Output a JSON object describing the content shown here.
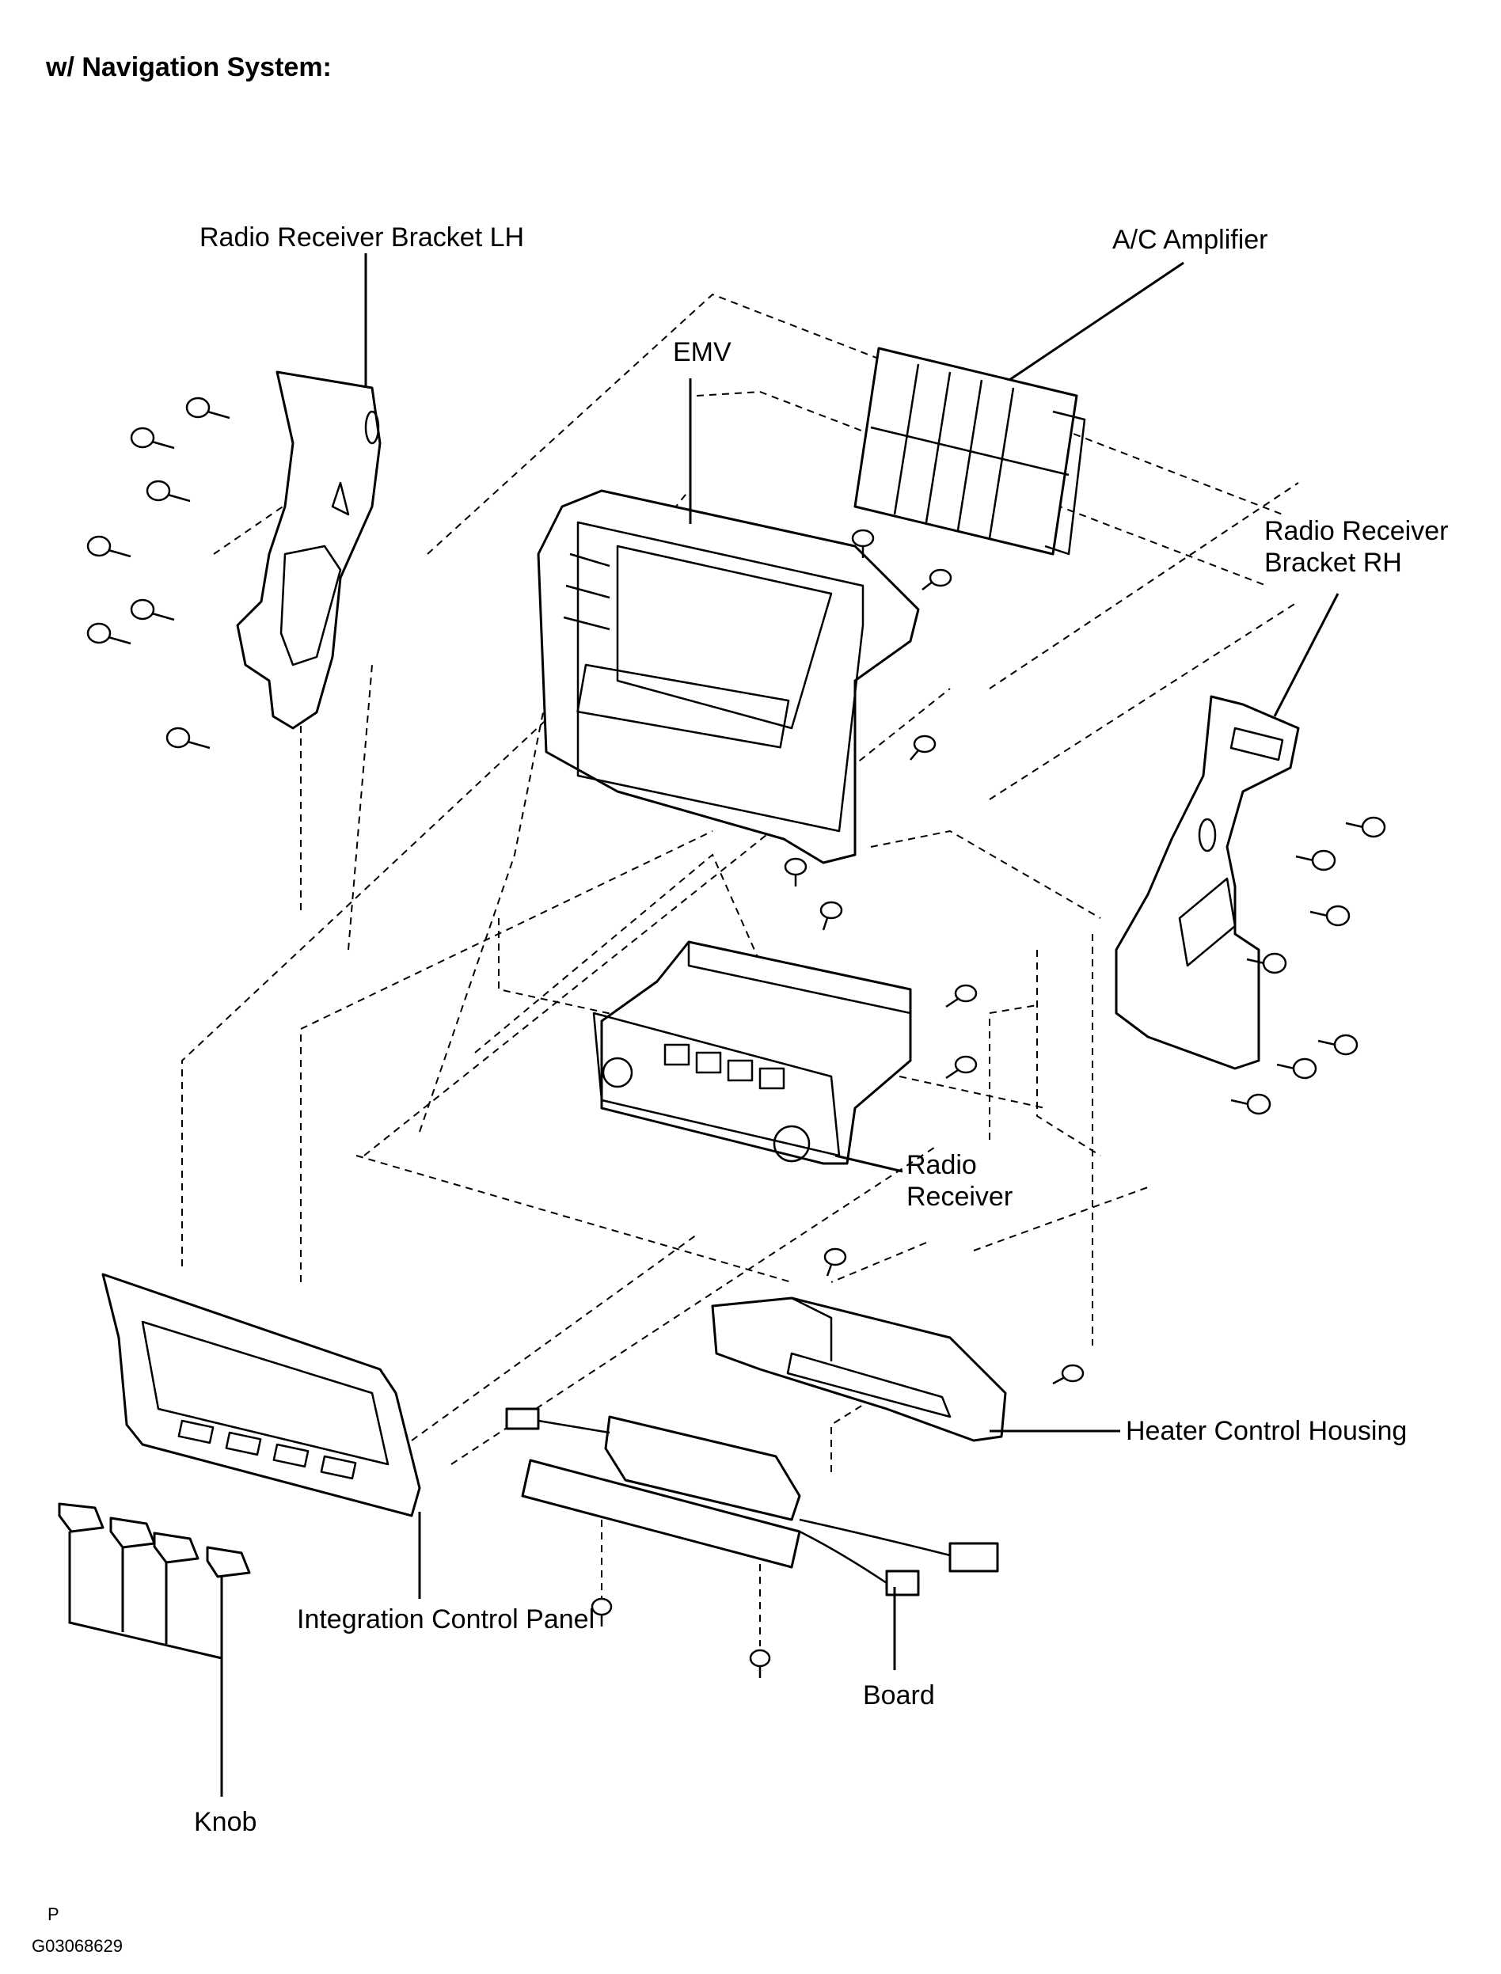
{
  "header": {
    "title": "w/ Navigation System:"
  },
  "labels": {
    "bracket_lh": "Radio Receiver Bracket LH",
    "ac_amplifier": "A/C Amplifier",
    "emv": "EMV",
    "bracket_rh_line1": "Radio Receiver",
    "bracket_rh_line2": "Bracket RH",
    "radio_receiver_line1": "Radio",
    "radio_receiver_line2": "Receiver",
    "heater_control_housing": "Heater Control Housing",
    "integration_control_panel": "Integration Control Panel",
    "board": "Board",
    "knob": "Knob"
  },
  "footer": {
    "marker": "P",
    "figure_code": "G03068629"
  }
}
